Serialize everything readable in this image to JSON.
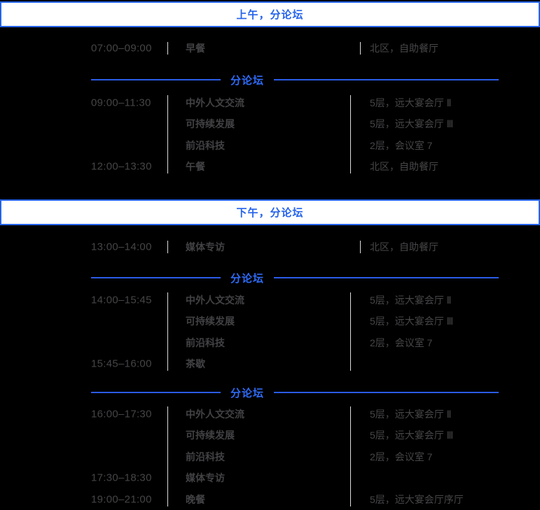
{
  "palette": {
    "background": "#000000",
    "header_blue": "#2563eb",
    "divider_blue": "#2e6bf7",
    "text_gray": "#454548",
    "bar_gray": "#dcdcdc"
  },
  "morning": {
    "header": "上午，分论坛",
    "single": {
      "time": "07:00–09:00",
      "event": "早餐",
      "location": "北区，自助餐厅"
    },
    "divider_label": "分论坛",
    "group": {
      "rows": [
        {
          "time": "09:00–11:30",
          "event": "中外人文交流",
          "location": "5层，远大宴会厅 Ⅱ"
        },
        {
          "time": "",
          "event": "可持续发展",
          "location": "5层，远大宴会厅 Ⅲ"
        },
        {
          "time": "",
          "event": "前沿科技",
          "location": "2层，会议室 7"
        },
        {
          "time": "12:00–13:30",
          "event": "午餐",
          "location": "北区，自助餐厅"
        }
      ]
    }
  },
  "afternoon": {
    "header": "下午，分论坛",
    "single": {
      "time": "13:00–14:00",
      "event": "媒体专访",
      "location": "北区，自助餐厅"
    },
    "divider_label_1": "分论坛",
    "group1": {
      "rows": [
        {
          "time": "14:00–15:45",
          "event": "中外人文交流",
          "location": "5层，远大宴会厅 Ⅱ"
        },
        {
          "time": "",
          "event": "可持续发展",
          "location": "5层，远大宴会厅 Ⅲ"
        },
        {
          "time": "",
          "event": "前沿科技",
          "location": "2层，会议室 7"
        },
        {
          "time": "15:45–16:00",
          "event": "茶歇",
          "location": ""
        }
      ]
    },
    "divider_label_2": "分论坛",
    "group2": {
      "rows": [
        {
          "time": "16:00–17:30",
          "event": "中外人文交流",
          "location": "5层，远大宴会厅 Ⅱ"
        },
        {
          "time": "",
          "event": "可持续发展",
          "location": "5层，远大宴会厅 Ⅲ"
        },
        {
          "time": "",
          "event": "前沿科技",
          "location": "2层，会议室 7"
        },
        {
          "time": "17:30–18:30",
          "event": "媒体专访",
          "location": ""
        },
        {
          "time": "19:00–21:00",
          "event": "晚餐",
          "location": "5层，远大宴会厅序厅"
        }
      ]
    }
  }
}
